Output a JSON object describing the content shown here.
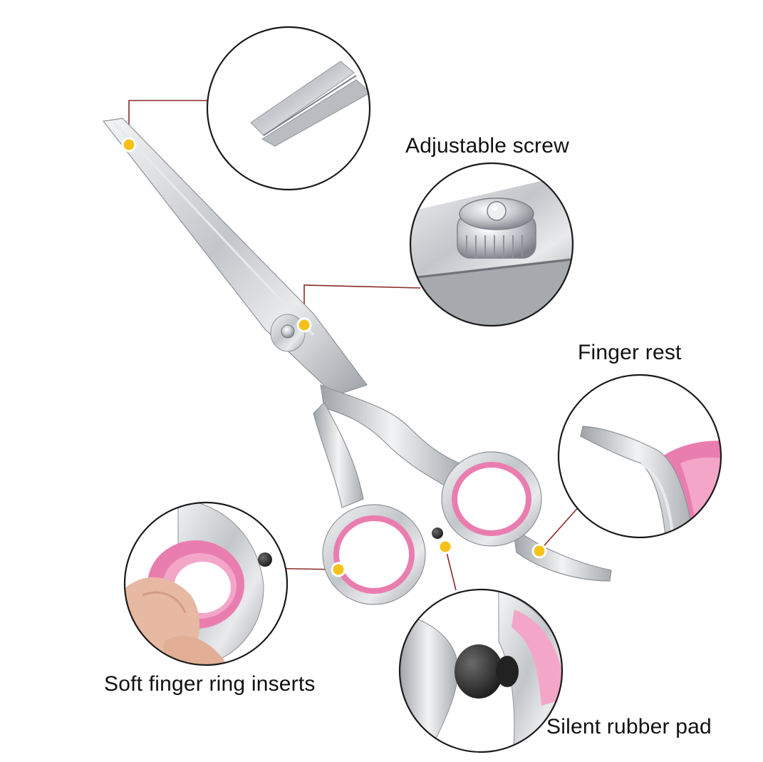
{
  "labels": {
    "adjustable_screw": "Adjustable screw",
    "finger_rest": "Finger rest",
    "soft_finger_ring_inserts": "Soft finger ring inserts",
    "silent_rubber_pad": "Silent rubber pad"
  },
  "colors": {
    "background": "#ffffff",
    "steel": "#c9ccd0",
    "steel_dark": "#8e9298",
    "pink_insert": "#f3a6c8",
    "pink_deep": "#ea7db0",
    "callout_line": "#8b2a2a",
    "marker_fill": "#f6c21a",
    "marker_ring": "#ffffff",
    "circle_border": "#1a1a1a",
    "rubber": "#2b2b2b",
    "skin": "#e7b9a2"
  },
  "icons": {
    "markers": "yellow-dot-marker",
    "callouts": "magnifier-circle"
  }
}
